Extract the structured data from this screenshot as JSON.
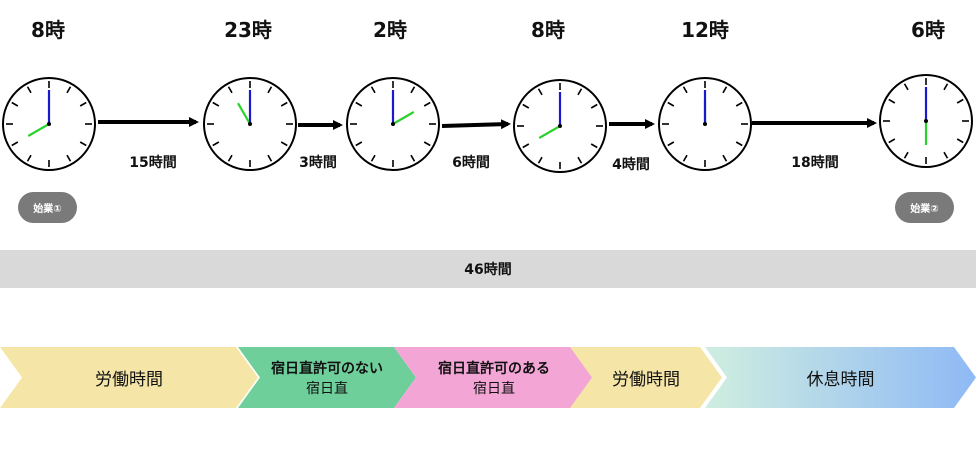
{
  "hour_labels": [
    "8時",
    "23時",
    "2時",
    "8時",
    "12時",
    "6時"
  ],
  "durations": [
    "15時間",
    "3時間",
    "6時間",
    "4時間",
    "18時間"
  ],
  "badges": [
    "始業①",
    "始業②"
  ],
  "total": "46時間",
  "segments": [
    {
      "line1": "労働時間",
      "line2": "",
      "color": "#f5e6a8"
    },
    {
      "line1": "宿日直許可のない",
      "line2": "宿日直",
      "color": "#6fcf9b"
    },
    {
      "line1": "宿日直許可のある",
      "line2": "宿日直",
      "color": "#f3a6d6"
    },
    {
      "line1": "労働時間",
      "line2": "",
      "color": "#f5e6a8"
    },
    {
      "line1": "休息時間",
      "line2": "",
      "color_from": "#cfeee0",
      "color_to": "#8fb9f5"
    }
  ],
  "colors": {
    "hour_hand": "#2bd22b",
    "minute_hand": "#1a1acc",
    "badge": "#7a7a7a",
    "total_bar": "#d9d9d9"
  },
  "clocks": [
    {
      "hour": 8,
      "minute": 0
    },
    {
      "hour": 23,
      "minute": 0
    },
    {
      "hour": 2,
      "minute": 0
    },
    {
      "hour": 8,
      "minute": 0
    },
    {
      "hour": 12,
      "minute": 0
    },
    {
      "hour": 6,
      "minute": 0
    }
  ]
}
